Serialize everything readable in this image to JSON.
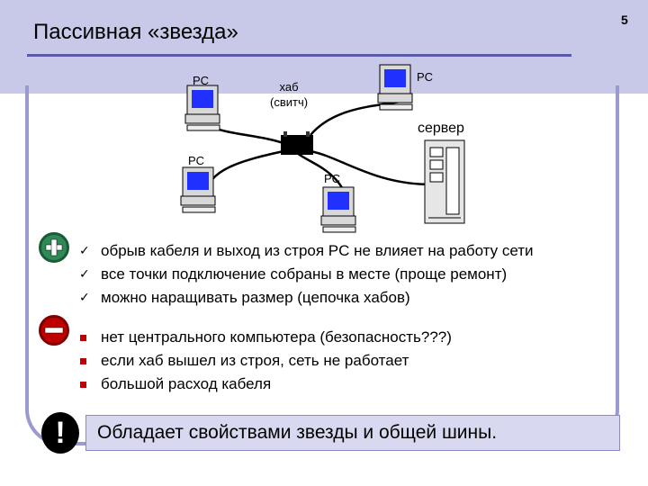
{
  "slide": {
    "title": "Пассивная «звезда»",
    "page_number": "5"
  },
  "diagram": {
    "labels": {
      "pc_top_left": "PC",
      "hub": "хаб\n(свитч)",
      "pc_top_right": "PC",
      "server": "сервер",
      "pc_left": "PC",
      "pc_bottom": "PC"
    }
  },
  "pros": {
    "icon": "plus-circle-icon",
    "items": [
      "обрыв кабеля и выход из строя PC не влияет на работу сети",
      "все точки подключение собраны в месте (проще ремонт)",
      "можно наращивать размер (цепочка хабов)"
    ]
  },
  "cons": {
    "icon": "minus-circle-icon",
    "items": [
      "нет центрального компьютера (безопасность???)",
      "если хаб вышел из строя, сеть не работает",
      "большой расход кабеля"
    ]
  },
  "note": {
    "icon": "exclamation-icon",
    "text": "Обладает свойствами звезды и общей шины."
  },
  "colors": {
    "accent": "#5a5aa8",
    "header": "#c8c8e8",
    "frame": "#9a9ad0",
    "plus": "#2e8b57",
    "minus": "#c00000",
    "note_bg": "#d8d8f0"
  }
}
